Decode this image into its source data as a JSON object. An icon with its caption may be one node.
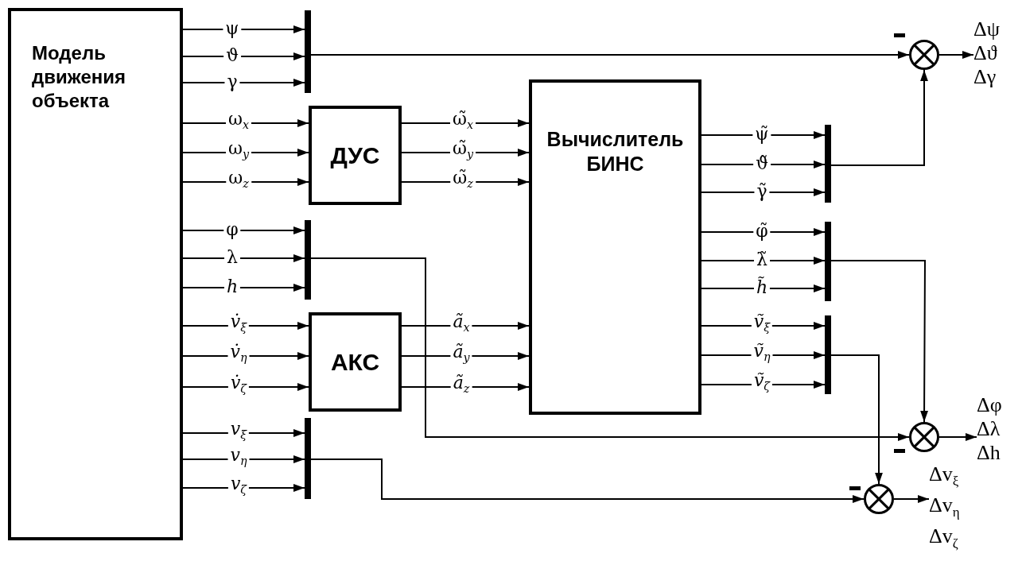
{
  "diagram": {
    "nodes": [
      {
        "text": [
          "Модель движения объекта"
        ]
      },
      {
        "text": [],
        "shape": "bar"
      },
      {
        "text": [
          "ДУС"
        ]
      },
      {
        "text": [],
        "shape": "bar"
      },
      {
        "text": [
          "АКС"
        ]
      },
      {
        "text": [],
        "shape": "bar"
      },
      {
        "text": [
          "Вычислитель БИНС"
        ]
      },
      {
        "text": [],
        "shape": "bar"
      },
      {
        "text": [],
        "shape": "bar"
      },
      {
        "text": [],
        "shape": "bar"
      },
      {
        "text": [],
        "shape": "circle"
      },
      {
        "text": [],
        "shape": "circle"
      },
      {
        "text": [],
        "shape": "circle"
      },
      {
        "text": [
          "Δψ",
          "Δϑ",
          "Δγ"
        ]
      },
      {
        "text": [
          "Δφ",
          "Δλ",
          "Δh"
        ]
      },
      {
        "text": [
          "Δv$_{ξ}$",
          "Δv$_{η}$",
          "Δv$_{ζ}$"
        ]
      }
    ],
    "edges": [
      {
        "from": 0,
        "to": 1,
        "arrow": "to",
        "label": "ψ"
      },
      {
        "from": 0,
        "to": 1,
        "arrow": "to",
        "label": "ϑ"
      },
      {
        "from": 0,
        "to": 1,
        "arrow": "to",
        "label": "γ"
      },
      {
        "from": 0,
        "to": 2,
        "arrow": "to",
        "label": "ω$_{x}$"
      },
      {
        "from": 0,
        "to": 2,
        "arrow": "to",
        "label": "ω$_{y}$"
      },
      {
        "from": 0,
        "to": 2,
        "arrow": "to",
        "label": "ω$_{z}$"
      },
      {
        "from": 0,
        "to": 3,
        "arrow": "to",
        "label": "φ"
      },
      {
        "from": 0,
        "to": 3,
        "arrow": "to",
        "label": "λ"
      },
      {
        "from": 0,
        "to": 3,
        "arrow": "to",
        "label": "*h*"
      },
      {
        "from": 0,
        "to": 4,
        "arrow": "to",
        "label": "*v̇*$_{ξ}$"
      },
      {
        "from": 0,
        "to": 4,
        "arrow": "to",
        "label": "*v̇*$_{η}$"
      },
      {
        "from": 0,
        "to": 4,
        "arrow": "to",
        "label": "*v̇*$_{ζ}$"
      },
      {
        "from": 0,
        "to": 5,
        "arrow": "to",
        "label": "*v*$_{ξ}$"
      },
      {
        "from": 0,
        "to": 5,
        "arrow": "to",
        "label": "*v*$_{η}$"
      },
      {
        "from": 0,
        "to": 5,
        "arrow": "to",
        "label": "*v*$_{ζ}$"
      },
      {
        "from": 2,
        "to": 6,
        "arrow": "to",
        "label": "ω̃$_{x}$"
      },
      {
        "from": 2,
        "to": 6,
        "arrow": "to",
        "label": "ω̃$_{y}$"
      },
      {
        "from": 2,
        "to": 6,
        "arrow": "to",
        "label": "ω̃$_{z}$"
      },
      {
        "from": 4,
        "to": 6,
        "arrow": "to",
        "label": "*ã*$_{x}$"
      },
      {
        "from": 4,
        "to": 6,
        "arrow": "to",
        "label": "*ã*$_{y}$"
      },
      {
        "from": 4,
        "to": 6,
        "arrow": "to",
        "label": "*ã*$_{z}$"
      },
      {
        "from": 6,
        "to": 7,
        "arrow": "to",
        "label": "ψ̃"
      },
      {
        "from": 6,
        "to": 7,
        "arrow": "to",
        "label": "ϑ̃"
      },
      {
        "from": 6,
        "to": 7,
        "arrow": "to",
        "label": "γ̃"
      },
      {
        "from": 6,
        "to": 8,
        "arrow": "to",
        "label": "φ̃"
      },
      {
        "from": 6,
        "to": 8,
        "arrow": "to",
        "label": "λ̃"
      },
      {
        "from": 6,
        "to": 8,
        "arrow": "to",
        "label": "*h̃*"
      },
      {
        "from": 6,
        "to": 9,
        "arrow": "to",
        "label": "*ṽ*$_{ξ}$"
      },
      {
        "from": 6,
        "to": 9,
        "arrow": "to",
        "label": "*ṽ*$_{η}$"
      },
      {
        "from": 6,
        "to": 9,
        "arrow": "to",
        "label": "*ṽ*$_{ζ}$"
      },
      {
        "from": 1,
        "to": 10,
        "arrow": "to"
      },
      {
        "from": 7,
        "to": 10,
        "arrow": "to"
      },
      {
        "from": 3,
        "to": 11,
        "arrow": "to"
      },
      {
        "from": 8,
        "to": 11,
        "arrow": "to"
      },
      {
        "from": 5,
        "to": 12,
        "arrow": "to"
      },
      {
        "from": 9,
        "to": 12,
        "arrow": "to"
      },
      {
        "from": 10,
        "to": 13,
        "arrow": "to"
      },
      {
        "from": 11,
        "to": 14,
        "arrow": "to"
      },
      {
        "from": 12,
        "to": 15,
        "arrow": "to"
      }
    ]
  }
}
